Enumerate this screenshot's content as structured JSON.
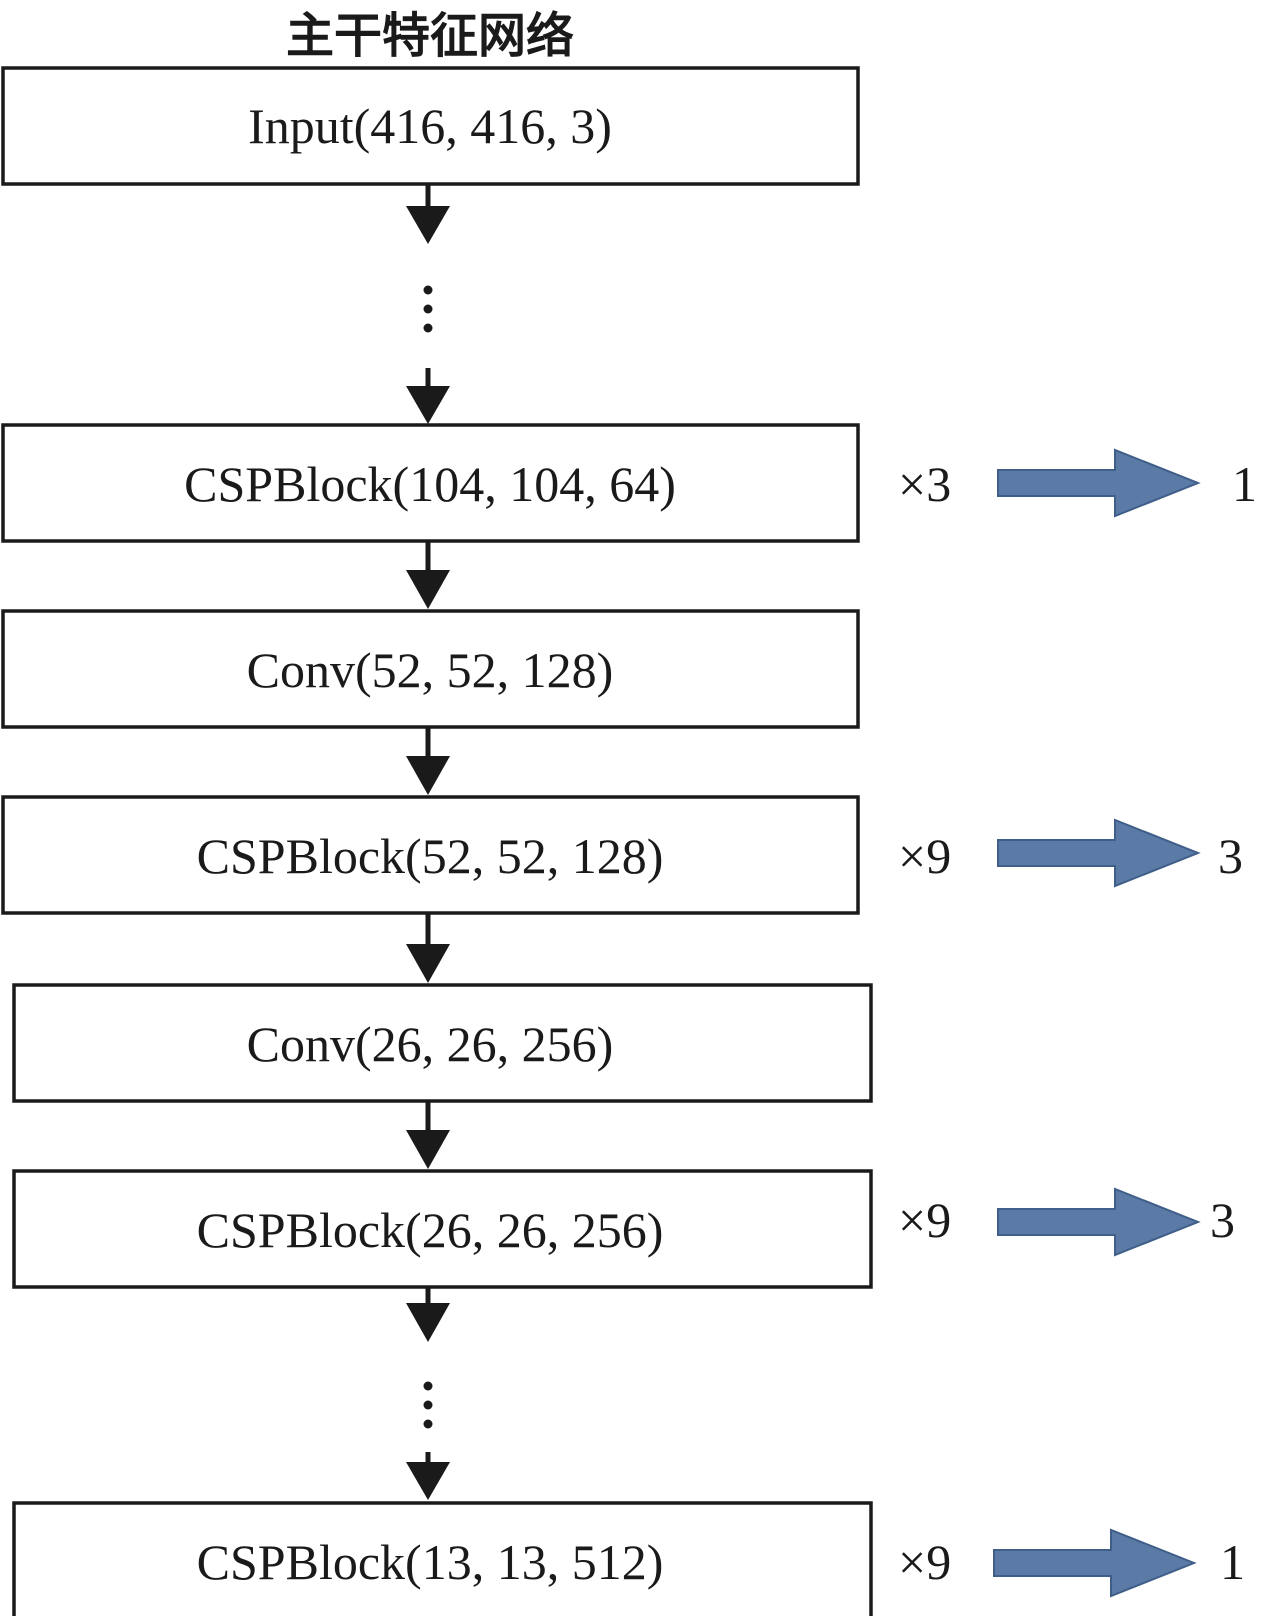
{
  "title": "主干特征网络",
  "colors": {
    "stroke": "#1a1a1a",
    "blue_arrow_fill": "#5b7aa6",
    "blue_arrow_stroke": "#3f5f8a"
  },
  "blocks": [
    {
      "label": "Input(416, 416, 3)"
    },
    {
      "label": "CSPBlock(104, 104, 64)",
      "repeat": "×3",
      "output": "1"
    },
    {
      "label": "Conv(52, 52, 128)"
    },
    {
      "label": "CSPBlock(52, 52, 128)",
      "repeat": "×9",
      "output": "3"
    },
    {
      "label": "Conv(26, 26, 256)"
    },
    {
      "label": "CSPBlock(26, 26, 256)",
      "repeat": "×9",
      "output": "3"
    },
    {
      "label": "CSPBlock(13, 13, 512)",
      "repeat": "×9",
      "output": "1"
    }
  ]
}
